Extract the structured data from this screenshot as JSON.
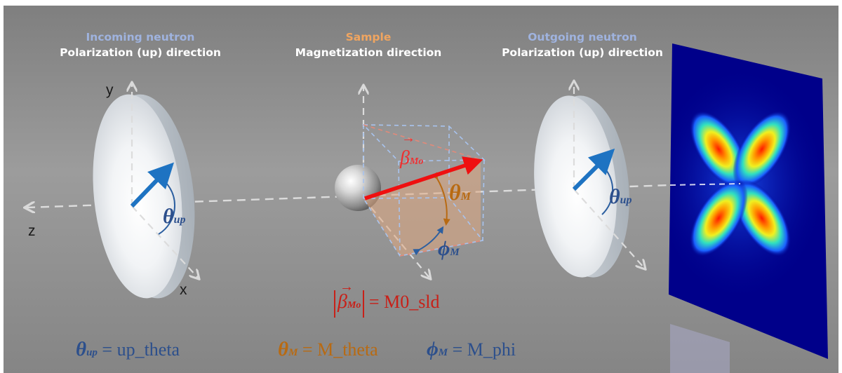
{
  "headers": {
    "incoming": {
      "category": "Incoming neutron",
      "title": "Polarization (up) direction"
    },
    "sample": {
      "category": "Sample",
      "title": "Magnetization direction"
    },
    "outgoing": {
      "category": "Outgoing neutron",
      "title": "Polarization (up) direction"
    }
  },
  "axes": {
    "y": "y",
    "z": "z",
    "x": "x"
  },
  "symbols": {
    "theta": "θ",
    "phi": "ϕ",
    "beta": "β",
    "up_sub": "up",
    "M_sub": "M",
    "Mo_sub": "Mo"
  },
  "equations": {
    "up_theta": {
      "symbol": "θ",
      "sub": "up",
      "rhs": "= up_theta"
    },
    "M_theta": {
      "symbol": "θ",
      "sub": "M",
      "rhs": "= M_theta"
    },
    "M_phi": {
      "symbol": "ϕ",
      "sub": "M",
      "rhs": "= M_phi"
    },
    "M0_sld": {
      "rhs": "= M0_sld"
    }
  },
  "colors": {
    "polarization_arrow": "#1e73c2",
    "magnetization_arrow": "#ef1010",
    "theta_M": "#b86a12",
    "dark_blue": "#2c4f8c",
    "header_blue": "#9fb3df",
    "header_orange": "#f0a560",
    "sld_red": "#c82018"
  }
}
